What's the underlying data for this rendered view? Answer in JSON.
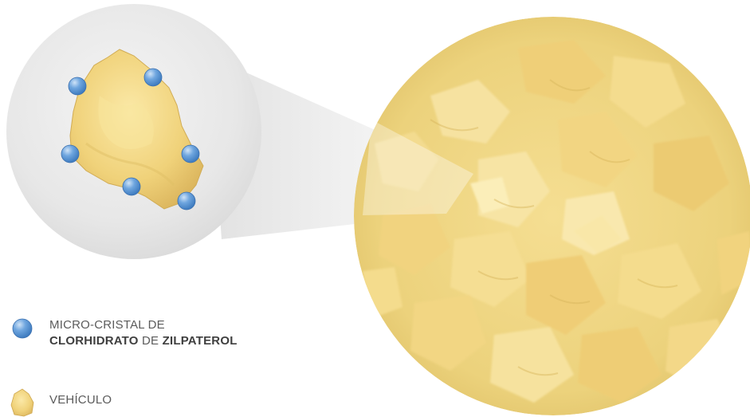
{
  "legend": {
    "crystal_line1": "MICRO-CRISTAL DE",
    "crystal_line2_part1": "CLORHIDRATO",
    "crystal_line2_part2": " DE ",
    "crystal_line2_part3": "ZILPATEROL",
    "vehicle_label": "VEHÍCULO"
  },
  "colors": {
    "crystal_blue": "#5b9bd8",
    "vehicle_yellow": "#f2d77a",
    "lens_grey": "#e6e6e6",
    "text_grey": "#5b5b5b"
  },
  "icons": {
    "crystal": "blue-sphere-icon",
    "vehicle": "yellow-granule-icon"
  }
}
